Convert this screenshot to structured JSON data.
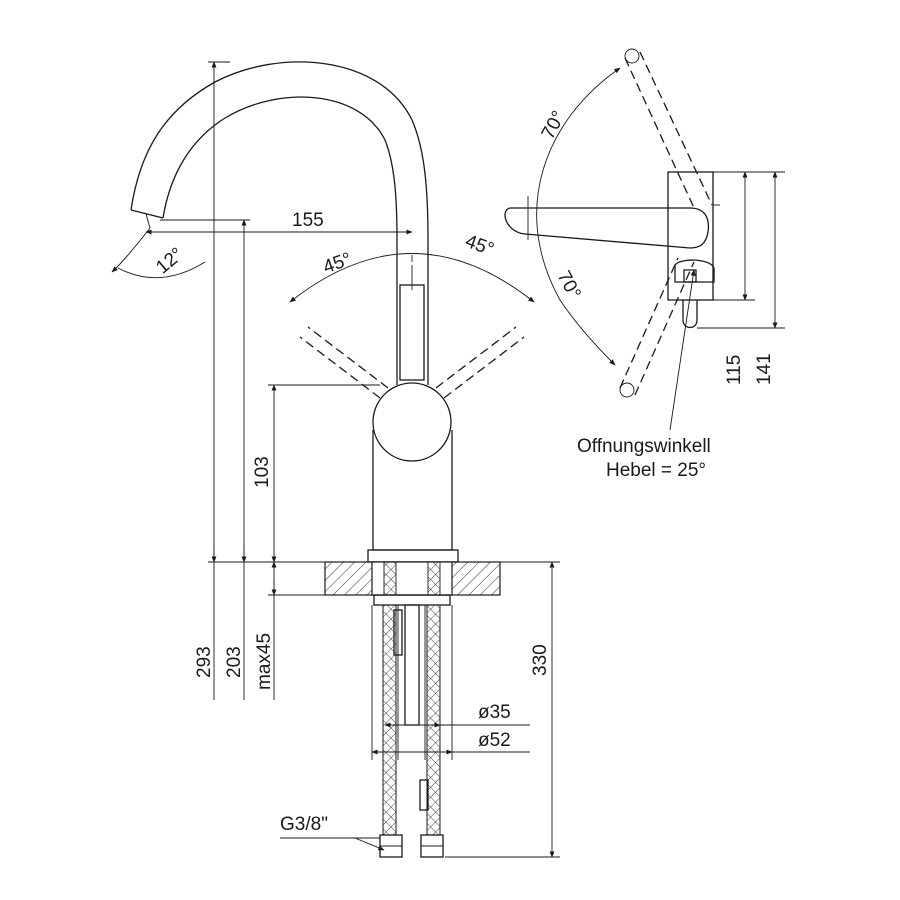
{
  "dimensions": {
    "reach": "155",
    "spout_angle": "12°",
    "lever_left": "45°",
    "lever_right": "45°",
    "lever_up": "70°",
    "lever_down": "70°",
    "total_height": "293",
    "spout_height": "203",
    "body_height": "103",
    "counter_thickness": "max45",
    "below_length": "330",
    "hole_diameter": "ø35",
    "flange_diameter": "ø52",
    "thread": "G3/8\"",
    "side_height_1": "115",
    "side_height_2": "141"
  },
  "notes": {
    "opening_line1": "Offnungswinkell",
    "opening_line2": "Hebel = 25°"
  },
  "colors": {
    "line": "#1a1a1a",
    "background": "#ffffff"
  }
}
